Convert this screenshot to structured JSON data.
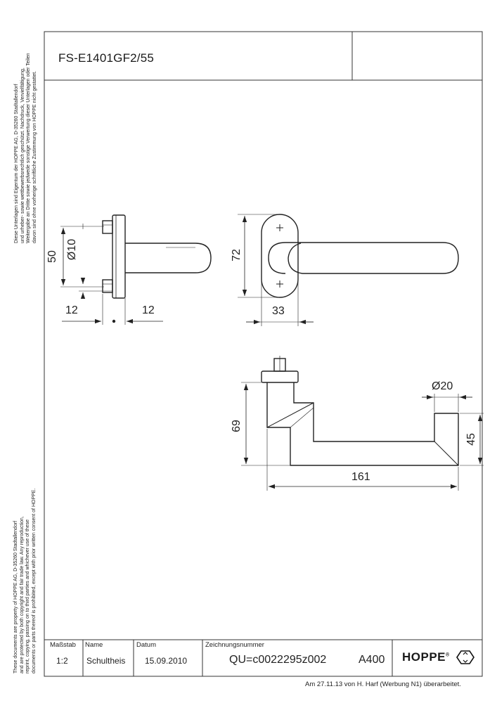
{
  "drawing": {
    "title": "FS-E1401GF2/55",
    "copyright_de": "Diese Unterlagen sind Eigentum der  HOPPE AG, D-35260 Stadtallendorf\nund urheber- sowie wettbewerbsrechtlich geschützt. Nachdruck, Vervielfältigung,\nWeitergabe an Dritte sowie jedwede sonstige Verwertung dieser Unterlagen oder Teilen\ndavon sind ohne vorherige schriftliche Zustimmung von HOPPE nicht gestattet.",
    "copyright_en": "These documents are property of HOPPE AG, D-35260 Stadtallendorf\nand are protected by both copyright and fair trade law. Any reproduction,\nreprint, copying, passing on to third parties and whichever use of these\ndocuments or parts thereof is prohibited, except with prior written consent of HOPPE.",
    "footer_note": "Am 27.11.13 von H. Harf (Werbung N1) überarbeitet."
  },
  "dimensions": {
    "rose_height": "50",
    "pin_diameter": "Ø10",
    "left_offset": "12",
    "right_offset": "12",
    "plate_height": "72",
    "plate_width": "33",
    "grip_diameter": "Ø20",
    "height_69": "69",
    "height_45": "45",
    "length": "161"
  },
  "title_block": {
    "scale_label": "Maßstab",
    "scale_value": "1:2",
    "name_label": "Name",
    "name_value": "Schultheis",
    "date_label": "Datum",
    "date_value": "15.09.2010",
    "number_label": "Zeichnungsnummer",
    "number_value": "QU=c0022295z002",
    "format_value": "A400",
    "logo_text": "HOPPE",
    "logo_mark": "®"
  }
}
